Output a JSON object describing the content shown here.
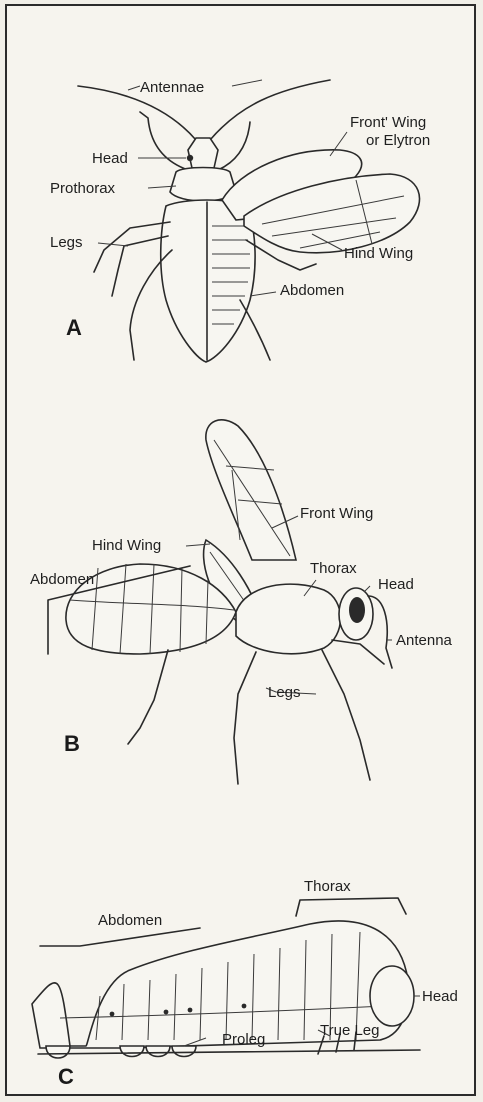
{
  "panels": {
    "A": {
      "letter": "A",
      "labels": {
        "antennae": "Antennae",
        "front_wing_1": "Front' Wing",
        "front_wing_2": "or Elytron",
        "head": "Head",
        "prothorax": "Prothorax",
        "legs": "Legs",
        "hind_wing": "Hind Wing",
        "abdomen": "Abdomen"
      }
    },
    "B": {
      "letter": "B",
      "labels": {
        "front_wing": "Front Wing",
        "hind_wing": "Hind Wing",
        "abdomen": "Abdomen",
        "thorax": "Thorax",
        "head": "Head",
        "antenna": "Antenna",
        "legs": "Legs"
      }
    },
    "C": {
      "letter": "C",
      "labels": {
        "thorax": "Thorax",
        "abdomen": "Abdomen",
        "head": "Head",
        "proleg": "Proleg",
        "true_leg": "True Leg"
      }
    }
  },
  "colors": {
    "ink": "#2a2a2a",
    "paper": "#f6f4ee"
  }
}
